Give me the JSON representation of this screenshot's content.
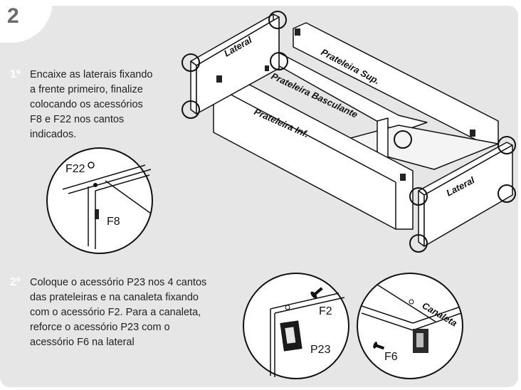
{
  "step": "2",
  "instructions": [
    {
      "num": "1º",
      "text_lines": [
        "Encaixe as laterais fixando",
        "a frente primeiro, finalize",
        "colocando os acessórios",
        "F8 e F22 nos cantos",
        "indicados."
      ]
    },
    {
      "num": "2º",
      "text_lines": [
        "Coloque o acessório P23 nos 4 cantos",
        "das prateleiras e na canaleta fixando",
        "com o acessório F2. Para a canaleta,",
        "reforce o acessório P23 com o",
        "acessório F6 na lateral"
      ]
    }
  ],
  "labels": {
    "lateral_left": "Lateral",
    "lateral_right": "Lateral",
    "prateleira_sup": "Prateleira Sup.",
    "prateleira_basculante": "Prateleira Basculante",
    "prateleira_inf": "Prateleira Inf.",
    "canaleta": "Canaleta"
  },
  "parts": {
    "f22": "F22",
    "f8": "F8",
    "f2": "F2",
    "p23": "P23",
    "f6": "F6"
  },
  "colors": {
    "panel": "#e6e6e6",
    "step_number": "#6b6b6b",
    "line": "#111111"
  }
}
